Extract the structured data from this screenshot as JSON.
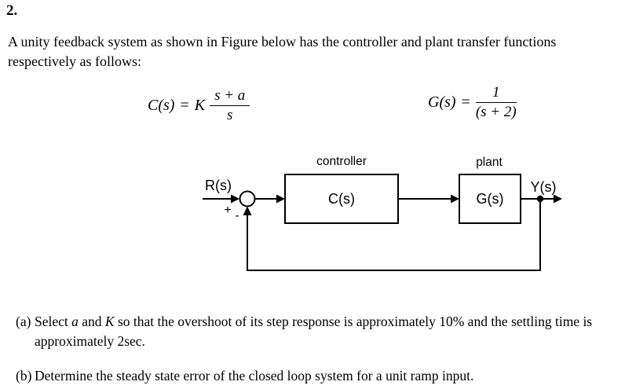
{
  "page": {
    "problem_number": "2.",
    "intro_line1": "A unity feedback system as shown in Figure below has the controller and plant transfer functions",
    "intro_line2": "respectively as follows:"
  },
  "formulas": {
    "controller": {
      "lhs": "C(s)",
      "equals": "=",
      "gain": "K",
      "numerator": "s + a",
      "denominator": "s"
    },
    "plant": {
      "lhs": "G(s)",
      "equals": "=",
      "numerator": "1",
      "denominator": "(s + 2)"
    }
  },
  "diagram": {
    "controller_label": "controller",
    "plant_label": "plant",
    "input_signal": "R(s)",
    "controller_block": "C(s)",
    "plant_block": "G(s)",
    "output_signal": "Y(s)",
    "sum_plus": "+",
    "sum_minus": "-"
  },
  "questions": {
    "a": {
      "label": "(a)",
      "part1": "Select ",
      "var1": "a",
      "part2": " and ",
      "var2": "K",
      "part3": " so that the overshoot of its step response is approximately 10% and the settling time is approximately 2sec."
    },
    "b": {
      "label": "(b)",
      "text": "Determine the steady state error of the closed loop system for a unit ramp input."
    }
  },
  "colors": {
    "ink": "#000000",
    "background": "#ffffff"
  }
}
